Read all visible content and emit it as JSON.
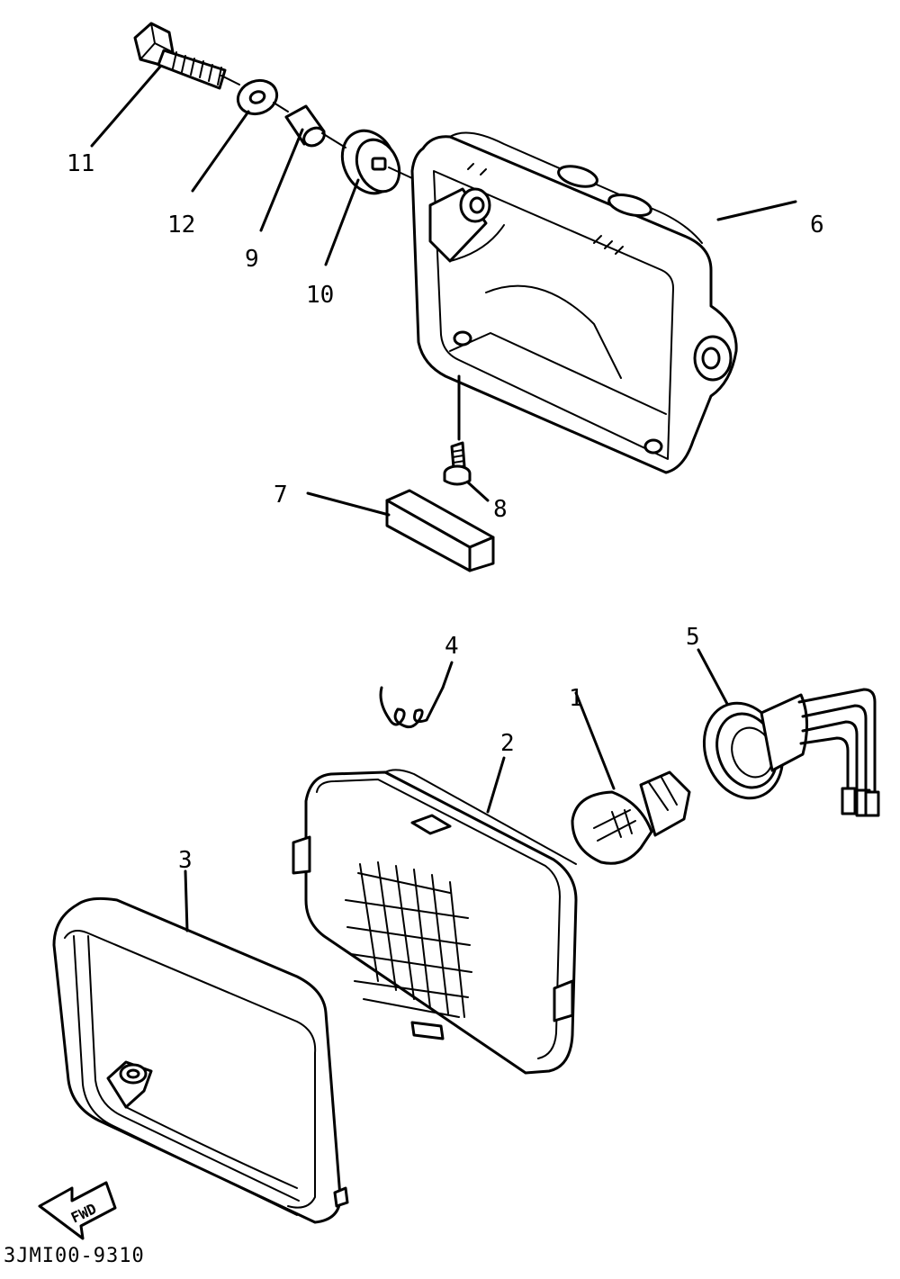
{
  "callouts": {
    "c1": "1",
    "c2": "2",
    "c3": "3",
    "c4": "4",
    "c5": "5",
    "c6": "6",
    "c7": "7",
    "c8": "8",
    "c9": "9",
    "c10": "10",
    "c11": "11",
    "c12": "12"
  },
  "fwd_arrow_label": "FWD",
  "diagram_code": "3JMI00-9310"
}
